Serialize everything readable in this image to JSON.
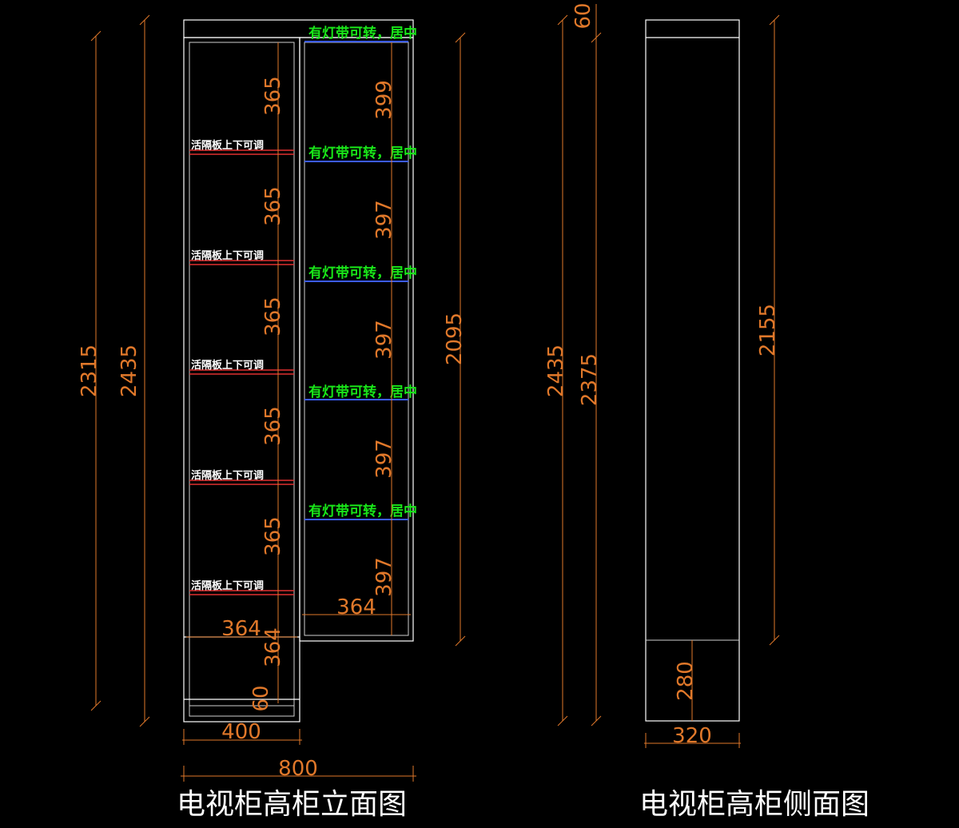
{
  "titles": {
    "front": "电视柜高柜立面图",
    "side": "电视柜高柜侧面图"
  },
  "notes": {
    "shelf_adjustable": "活隔板上下可调",
    "light_strip": "有灯带可转，居中"
  },
  "dimensions": {
    "front_total_height": "2435",
    "front_inner_height": "2315",
    "right_section_height": "2095",
    "left_compartment": [
      "365",
      "365",
      "365",
      "365",
      "365"
    ],
    "right_compartment": [
      "399",
      "397",
      "397",
      "397",
      "397"
    ],
    "left_inner_width": "364",
    "left_bottom_height": "364",
    "plinth_height": "60",
    "right_inner_width": "364",
    "left_width": "400",
    "total_width": "800",
    "side_total_height": "2435",
    "side_height_2": "2375",
    "side_top_height": "60",
    "side_upper_height": "2155",
    "side_base_height": "280",
    "side_depth": "320"
  },
  "colors": {
    "background": "#000000",
    "outline": "#ffffff",
    "dimension": "#e0782a",
    "adjustable_shelf": "#e03030",
    "light_shelf": "#3c5cff",
    "note_green": "#19e619"
  }
}
